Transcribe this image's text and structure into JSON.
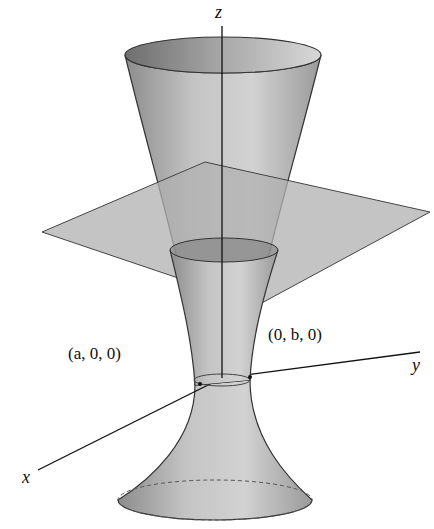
{
  "diagram": {
    "labels": [
      "z",
      "(a, 0, 0)",
      "(0, b, 0)",
      "y",
      "x"
    ]
  }
}
